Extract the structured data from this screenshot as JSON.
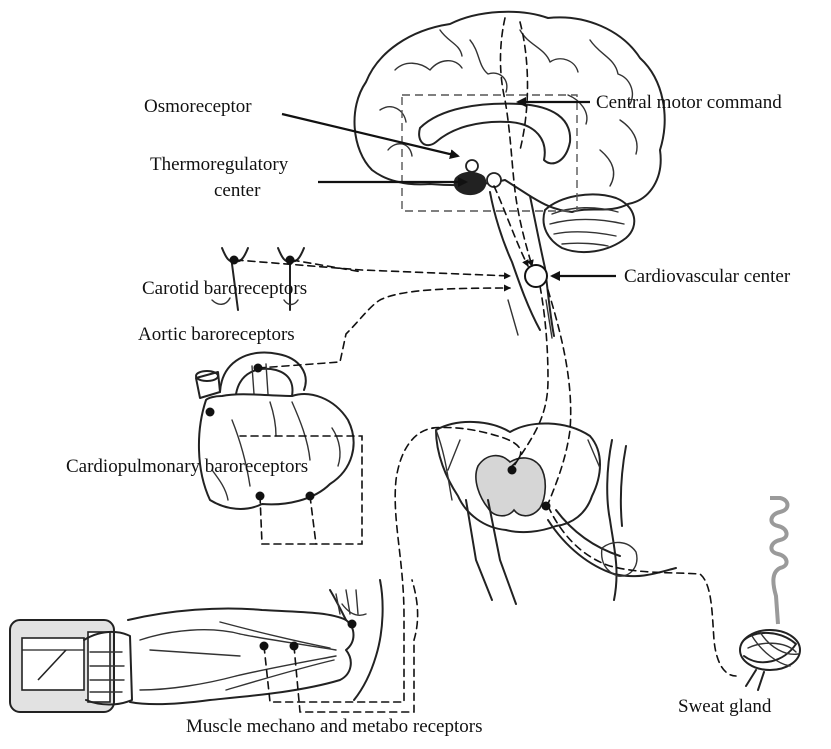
{
  "labels": {
    "osmoreceptor": "Osmoreceptor",
    "thermo_line1": "Thermoregulatory",
    "thermo_line2": "center",
    "central_motor": "Central motor command",
    "cardiovascular_center": "Cardiovascular center",
    "carotid": "Carotid baroreceptors",
    "aortic": "Aortic baroreceptors",
    "cardiopulmonary": "Cardiopulmonary baroreceptors",
    "sweat_gland": "Sweat gland",
    "muscle": "Muscle mechano and metabo receptors"
  },
  "colors": {
    "ink": "#111111",
    "spinal_gray": "#d6d6d6",
    "dynamometer_fill": "#e2e2e2",
    "sweat_duct": "#9a9a9a"
  },
  "icons": {
    "brain": "brain-illustration",
    "heart": "heart-illustration",
    "spinal_cord": "spinal-cord-section",
    "arm": "forearm-with-dynamometer",
    "sweat_gland": "sweat-gland-coil"
  }
}
